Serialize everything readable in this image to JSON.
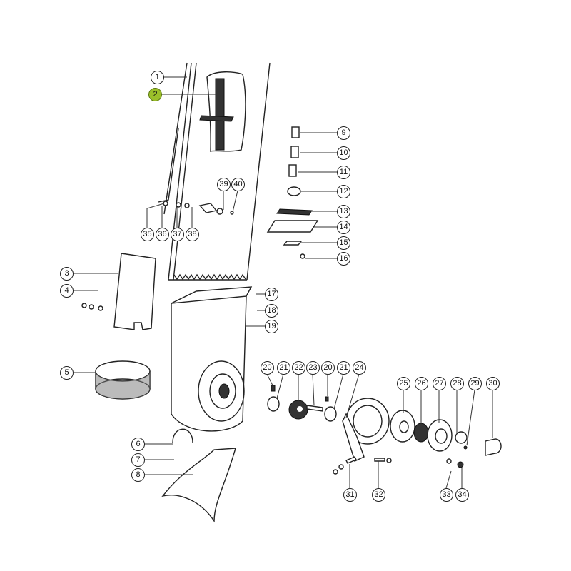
{
  "diagram": {
    "title_hidden": false,
    "highlight_color": "#9bbf2a",
    "highlighted_part": "2",
    "callouts": [
      "1",
      "2",
      "9",
      "10",
      "11",
      "12",
      "13",
      "14",
      "15",
      "16",
      "39",
      "40",
      "35",
      "36",
      "37",
      "38",
      "3",
      "4",
      "17",
      "18",
      "19",
      "5",
      "6",
      "7",
      "8",
      "20",
      "21",
      "22",
      "23",
      "20",
      "21",
      "24",
      "25",
      "26",
      "27",
      "28",
      "29",
      "30",
      "31",
      "32",
      "33",
      "34"
    ]
  }
}
